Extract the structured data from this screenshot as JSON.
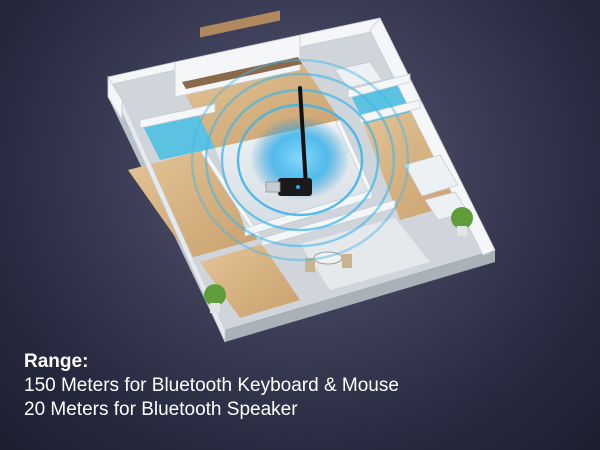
{
  "caption": {
    "heading": "Range:",
    "lines": [
      "150 Meters for Bluetooth Keyboard & Mouse",
      "20 Meters for Bluetooth Speaker"
    ]
  },
  "colors": {
    "background": "#272a40",
    "signal": "#3fb6ea",
    "wall": "#f4f6f8",
    "floor": "#d9b98a",
    "text": "#ffffff"
  },
  "icons": {
    "dongle": "usb-bluetooth-adapter-icon",
    "waves": "signal-wave-icon"
  }
}
